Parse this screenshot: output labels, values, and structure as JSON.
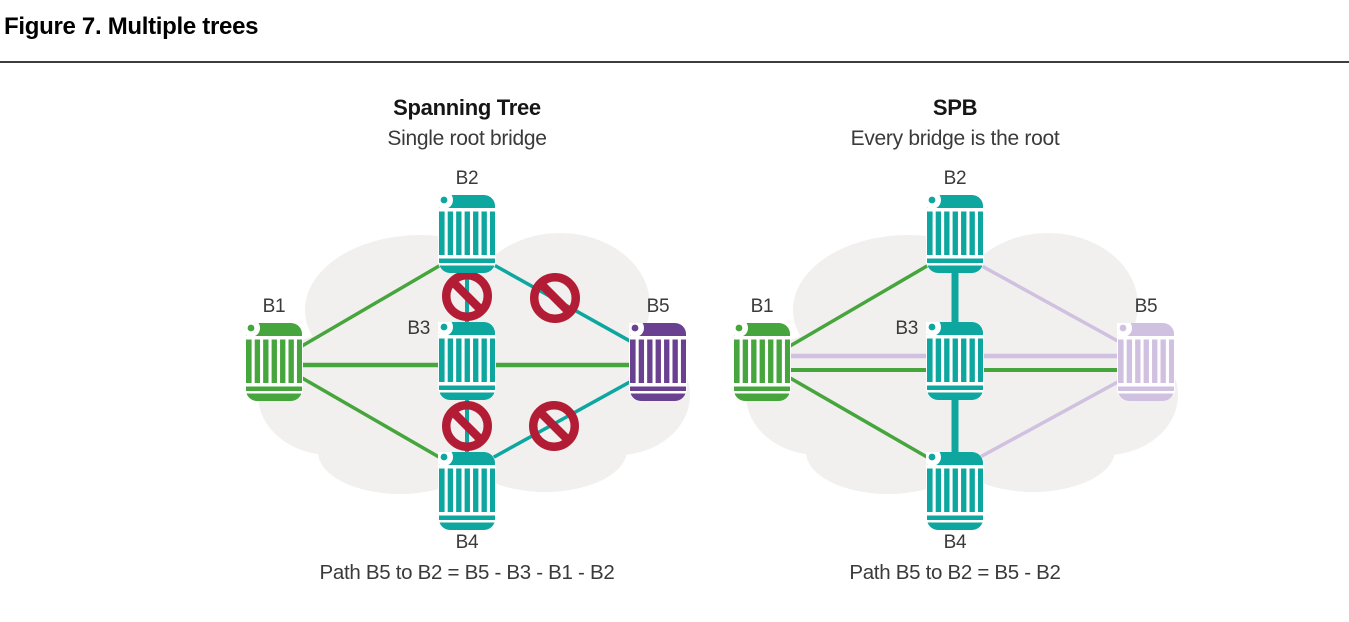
{
  "figure": {
    "title": "Figure 7. Multiple trees"
  },
  "colors": {
    "green": "#46a53c",
    "teal": "#0da7a0",
    "purple": "#6a4191",
    "lavender": "#d0c1e0",
    "red": "#b21d35",
    "cloud": "#f2f0ee"
  },
  "spanning_tree": {
    "title": "Spanning Tree",
    "subtitle": "Single root bridge",
    "caption": "Path B5 to B2 = B5 - B3 - B1 - B2",
    "nodes": {
      "b1": "B1",
      "b2": "B2",
      "b3": "B3",
      "b4": "B4",
      "b5": "B5"
    },
    "node_colors": {
      "b1": "green",
      "b2": "teal",
      "b3": "teal",
      "b4": "teal",
      "b5": "purple"
    },
    "links": [
      {
        "from": "B1",
        "to": "B2",
        "color": "green",
        "blocked": false
      },
      {
        "from": "B1",
        "to": "B3",
        "color": "green",
        "blocked": false
      },
      {
        "from": "B1",
        "to": "B4",
        "color": "green",
        "blocked": false
      },
      {
        "from": "B3",
        "to": "B5",
        "color": "green",
        "blocked": false
      },
      {
        "from": "B2",
        "to": "B3",
        "color": "teal",
        "blocked": true
      },
      {
        "from": "B2",
        "to": "B5",
        "color": "teal",
        "blocked": true
      },
      {
        "from": "B3",
        "to": "B4",
        "color": "teal",
        "blocked": true
      },
      {
        "from": "B4",
        "to": "B5",
        "color": "teal",
        "blocked": true
      }
    ]
  },
  "spb": {
    "title": "SPB",
    "subtitle": "Every bridge is the root",
    "caption": "Path B5 to B2 = B5 - B2",
    "nodes": {
      "b1": "B1",
      "b2": "B2",
      "b3": "B3",
      "b4": "B4",
      "b5": "B5"
    },
    "node_colors": {
      "b1": "green",
      "b2": "teal",
      "b3": "teal",
      "b4": "teal",
      "b5": "lavender"
    },
    "links": [
      {
        "from": "B1",
        "to": "B2",
        "color": "green",
        "blocked": false
      },
      {
        "from": "B1",
        "to": "B3",
        "color": "green",
        "blocked": false
      },
      {
        "from": "B1",
        "to": "B4",
        "color": "green",
        "blocked": false
      },
      {
        "from": "B3",
        "to": "B5",
        "color": "green",
        "blocked": false
      },
      {
        "from": "B5",
        "to": "B2",
        "color": "lavender",
        "blocked": false
      },
      {
        "from": "B5",
        "to": "B3",
        "color": "lavender",
        "blocked": false
      },
      {
        "from": "B5",
        "to": "B4",
        "color": "lavender",
        "blocked": false
      },
      {
        "from": "B5",
        "to": "B1",
        "color": "lavender",
        "blocked": false
      },
      {
        "from": "B2",
        "to": "B3",
        "color": "teal",
        "blocked": false
      },
      {
        "from": "B3",
        "to": "B4",
        "color": "teal",
        "blocked": false
      }
    ]
  }
}
